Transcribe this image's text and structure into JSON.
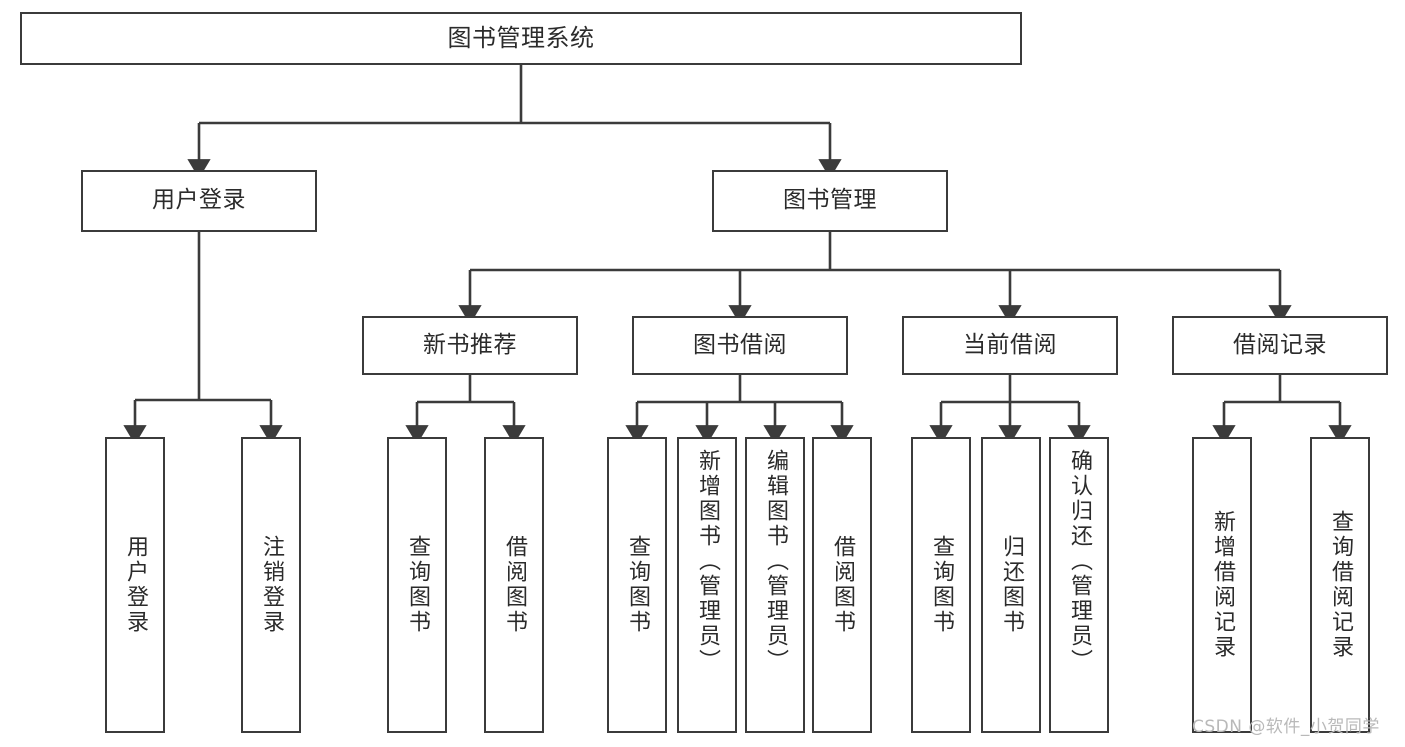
{
  "diagram": {
    "type": "tree",
    "title": "图书管理系统",
    "root": {
      "label": "图书管理系统"
    },
    "level1": [
      {
        "label": "用户登录"
      },
      {
        "label": "图书管理"
      }
    ],
    "level2": [
      {
        "label": "新书推荐"
      },
      {
        "label": "图书借阅"
      },
      {
        "label": "当前借阅"
      },
      {
        "label": "借阅记录"
      }
    ],
    "leaves": {
      "user_login": [
        {
          "label": "用户登录"
        },
        {
          "label": "注销登录"
        }
      ],
      "new_book_recommend": [
        {
          "label": "查询图书"
        },
        {
          "label": "借阅图书"
        }
      ],
      "book_borrow": [
        {
          "label": "查询图书"
        },
        {
          "label": "新增图书（管理员）"
        },
        {
          "label": "编辑图书（管理员）"
        },
        {
          "label": "借阅图书"
        }
      ],
      "current_borrow": [
        {
          "label": "查询图书"
        },
        {
          "label": "归还图书"
        },
        {
          "label": "确认归还（管理员）"
        }
      ],
      "borrow_record": [
        {
          "label": "新增借阅记录"
        },
        {
          "label": "查询借阅记录"
        }
      ]
    },
    "colors": {
      "border": "#3b3b3b",
      "text": "#2b2b2b",
      "background": "#ffffff",
      "watermark": "#b9b9b9"
    }
  },
  "watermark": {
    "text": "CSDN @软件_小贺同学"
  }
}
